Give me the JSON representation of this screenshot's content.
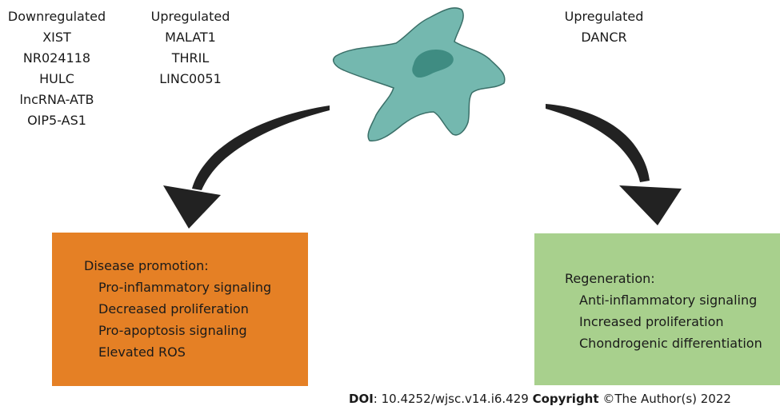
{
  "groups": {
    "downregulated": {
      "heading": "Downregulated",
      "items": [
        "XIST",
        "NR024118",
        "HULC",
        "lncRNA-ATB",
        "OIP5-AS1"
      ]
    },
    "upregulated_left": {
      "heading": "Upregulated",
      "items": [
        "MALAT1",
        "THRIL",
        "LINC0051"
      ]
    },
    "upregulated_right": {
      "heading": "Upregulated",
      "items": [
        "DANCR"
      ]
    }
  },
  "boxes": {
    "disease": {
      "title": "Disease promotion:",
      "items": [
        "Pro-inflammatory signaling",
        "Decreased proliferation",
        "Pro-apoptosis signaling",
        "Elevated ROS"
      ],
      "color": "#e58025"
    },
    "regeneration": {
      "title": "Regeneration:",
      "items": [
        "Anti-inflammatory signaling",
        "Increased proliferation",
        "Chondrogenic differentiation"
      ],
      "color": "#a8d08d"
    }
  },
  "cell": {
    "body_color": "#74b8af",
    "nucleus_color": "#3f8c82",
    "outline_color": "#3a6f68"
  },
  "arrow_color": "#222222",
  "footer": {
    "doi_label": "DOI",
    "doi_value": ": 10.4252/wjsc.v14.i6.429 ",
    "copyright_label": "Copyright",
    "copyright_value": " ©The Author(s) 2022"
  }
}
